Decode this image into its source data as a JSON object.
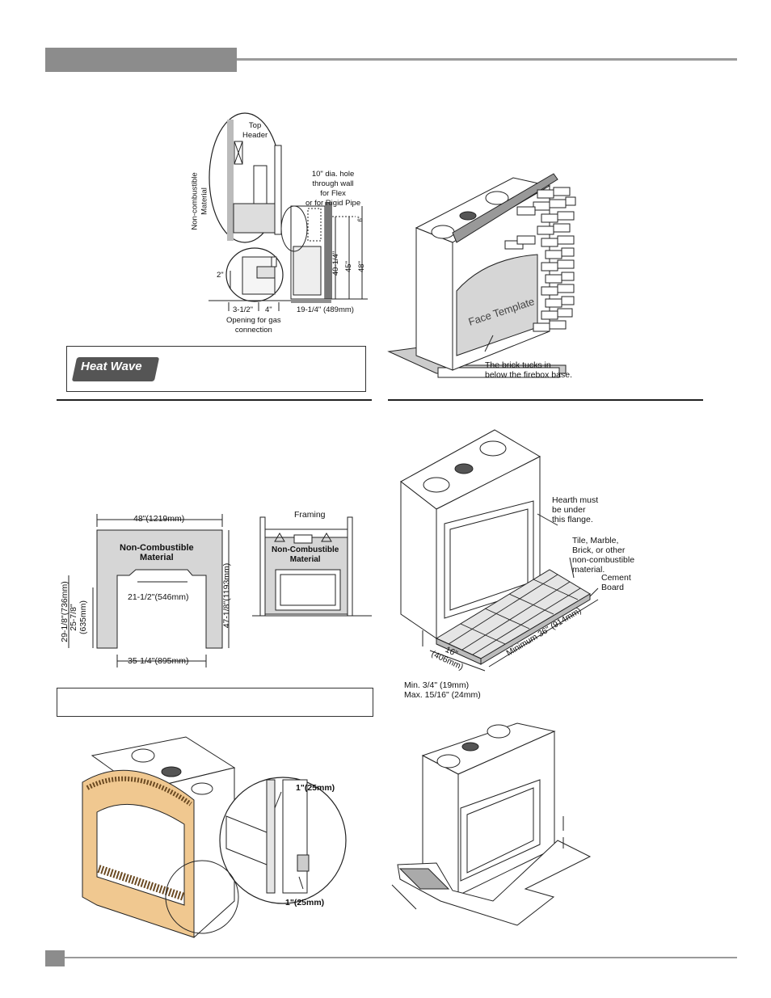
{
  "fig1": {
    "top_header": "Top\nHeader",
    "noncombustible": "Non-combustible\nMaterial",
    "hole_note": "10\" dia. hole\nthrough wall\nfor Flex\nor for Rigid Pipe",
    "dim_2": "2\"",
    "dim_3_1_2": "3-1/2\"",
    "dim_4": "4\"",
    "dim_19_1_4": "19-1/4\" (489mm)",
    "opening_gas": "Opening for gas\nconnection",
    "dim_40_1_4": "40-1/4\"",
    "dim_45": "45\"",
    "dim_48": "48\"",
    "dim_6": "6\""
  },
  "heatwave_logo": "Heat Wave",
  "fig2": {
    "face_template": "Face Template",
    "brick_note": "The brick tucks in\nbelow the firebox base."
  },
  "fig3": {
    "width_48": "48\"(1219mm)",
    "noncomb_material": "Non-Combustible\nMaterial",
    "dim_21_1_2": "21-1/2\"(546mm)",
    "dim_29_1_8": "29-1/8\"(736mm)",
    "dim_25_7_8": "25-7/8\"\n(635mm)",
    "dim_47_1_8": "47-1/8\"(1193mm)",
    "dim_35_1_4": "35-1/4\"(895mm)",
    "framing": "Framing",
    "noncomb_material_2": "Non-Combustible\nMaterial"
  },
  "fig4": {
    "hearth_note": "Hearth must\nbe under\nthis flange.",
    "tile_note": "Tile, Marble,\nBrick, or other\nnon-combustible\nmaterial.",
    "cement_board": "Cement\nBoard",
    "dim_16": "16\"\n(406mm)",
    "minimum_36": "Minimum 36\" (914mm)",
    "min_max": "Min. 3/4\" (19mm)\nMax. 15/16\" (24mm)"
  },
  "fig5": {
    "dim_top": "1\"(25mm)",
    "dim_bottom": "1\"(25mm)"
  },
  "colors": {
    "header_bar": "#8c8c8c",
    "gray_fill": "#d6d6d6",
    "surround": "#f0c890"
  }
}
